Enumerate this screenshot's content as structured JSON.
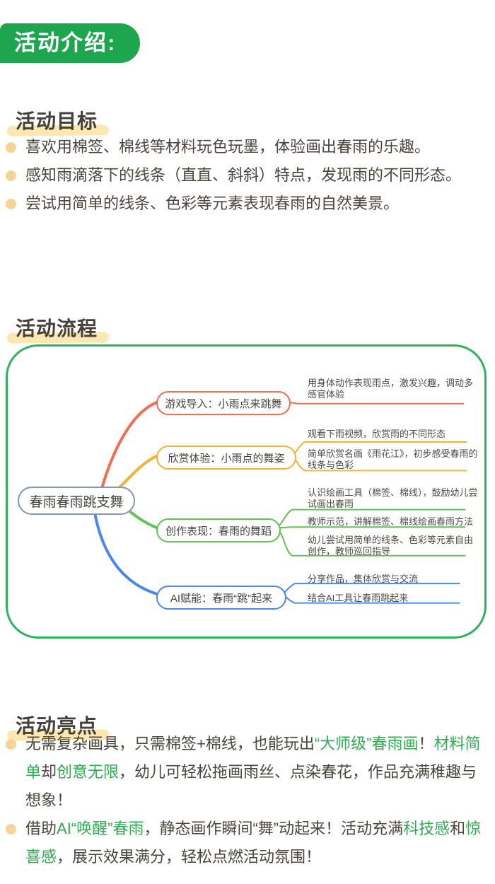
{
  "badge": {
    "label": "活动介绍:"
  },
  "colors": {
    "badge_green": "#1ea64f",
    "container_green": "#2cb45a",
    "highlight_yellow": "#fbe8b0",
    "bullet_dot": "#f8d494",
    "accent_text_green": "#2eae51",
    "branch_red": "#f9694e",
    "branch_yellow": "#f9b02c",
    "branch_green": "#5fc355",
    "branch_blue": "#4886f2",
    "root_border": "#8495b0"
  },
  "sections": {
    "goal": {
      "title": "活动目标",
      "bullets": [
        "喜欢用棉签、棉线等材料玩色玩墨，体验画出春雨的乐趣。",
        "感知雨滴落下的线条（直直、斜斜）特点，发现雨的不同形态。",
        "尝试用简单的线条、色彩等元素表现春雨的自然美景。"
      ]
    },
    "process": {
      "title": "活动流程"
    },
    "highlights": {
      "title": "活动亮点",
      "bullets": [
        [
          {
            "text": "无需复杂画具，只需棉签+棉线，也能玩出",
            "green": false
          },
          {
            "text": "“大师级”春雨画",
            "green": true
          },
          {
            "text": "！",
            "green": false
          },
          {
            "text": "材料简单",
            "green": true
          },
          {
            "text": "却",
            "green": false
          },
          {
            "text": "创意无限",
            "green": true
          },
          {
            "text": "，幼儿可轻松拖画雨丝、点染春花，作品充满稚趣与想象！",
            "green": false
          }
        ],
        [
          {
            "text": "借助",
            "green": false
          },
          {
            "text": "AI“唤醒”春雨",
            "green": true
          },
          {
            "text": "，静态画作瞬间“舞”动起来！活动充满",
            "green": false
          },
          {
            "text": "科技感",
            "green": true
          },
          {
            "text": "和",
            "green": false
          },
          {
            "text": "惊喜感",
            "green": true
          },
          {
            "text": "，展示效果满分，轻松点燃活动氛围！",
            "green": false
          }
        ]
      ]
    }
  },
  "mindmap": {
    "root": "春雨春雨跳支舞",
    "branches": [
      {
        "label": "游戏导入：小雨点来跳舞",
        "color": "#f9694e",
        "leaves": [
          "用身体动作表现雨点，激发兴趣，调动多感官体验"
        ]
      },
      {
        "label": "欣赏体验：小雨点的舞姿",
        "color": "#f9b02c",
        "leaves": [
          "观看下雨视频，欣赏雨的不同形态",
          "简单欣赏名画《雨花江》，初步感受春雨的线条与色彩"
        ]
      },
      {
        "label": "创作表现：春雨的舞蹈",
        "color": "#5fc355",
        "leaves": [
          "认识绘画工具（棉签、棉线），鼓励幼儿尝试画出春雨",
          "教师示范，讲解棉签、棉线绘画春雨方法",
          "幼儿尝试用简单的线条、色彩等元素自由创作，教师巡回指导"
        ]
      },
      {
        "label": "AI赋能：春雨“跳”起来",
        "color": "#4886f2",
        "leaves": [
          "分享作品，集体欣赏与交流",
          "结合AI工具让春雨跳起来"
        ]
      }
    ]
  }
}
